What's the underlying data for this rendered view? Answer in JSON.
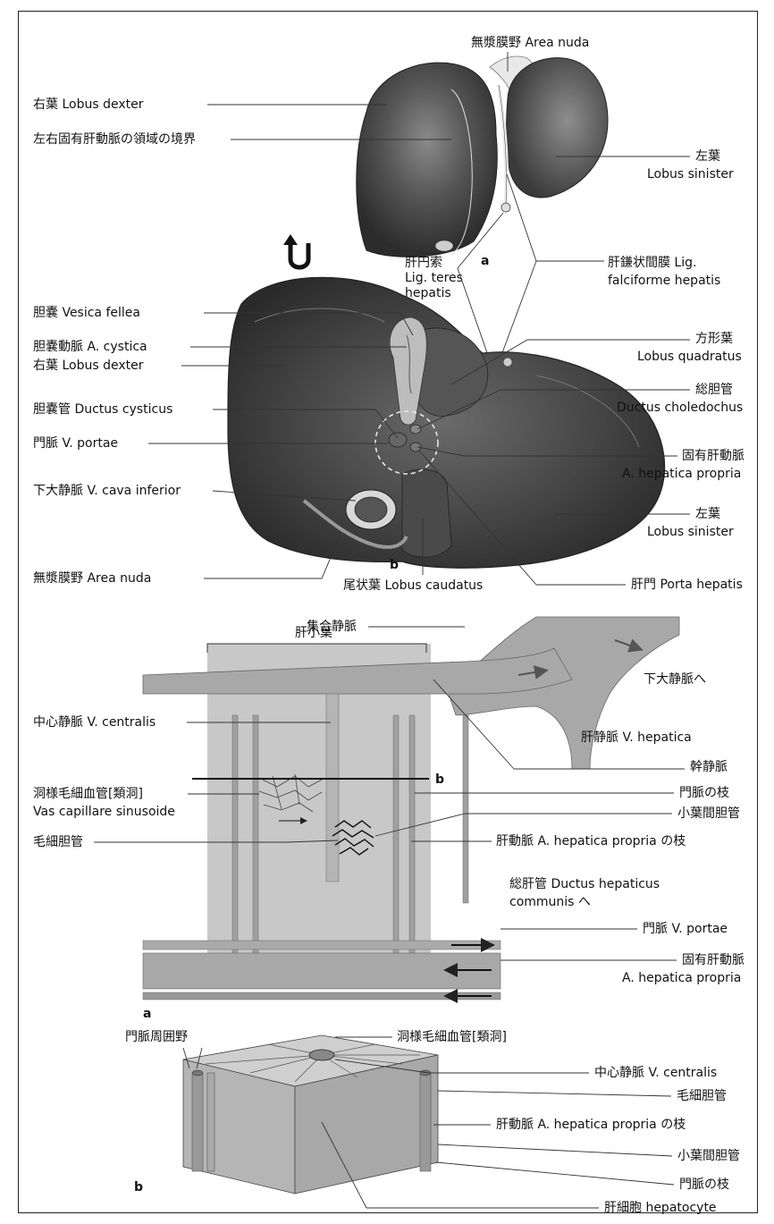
{
  "figure_a_top": {
    "panel_label": "a",
    "labels": {
      "area_nuda": "無漿膜野 Area nuda",
      "lobus_dexter": "右葉 Lobus dexter",
      "boundary": "左右固有肝動脈の領域の境界",
      "lobus_sinister_jp": "左葉",
      "lobus_sinister_la": "Lobus sinister",
      "lig_teres_1": "肝円索",
      "lig_teres_2": "Lig. teres",
      "lig_teres_3": "hepatis",
      "falciforme_1": "肝鎌状間膜 Lig.",
      "falciforme_2": "falciforme hepatis",
      "rotate_arrow": "U"
    }
  },
  "figure_b_top": {
    "panel_label": "b",
    "labels": {
      "vesica": "胆嚢  Vesica fellea",
      "a_cystica": "胆嚢動脈 A. cystica",
      "lobus_dexter": "右葉 Lobus dexter",
      "ductus_cysticus": "胆嚢管 Ductus cysticus",
      "v_portae": "門脈 V. portae",
      "v_cava": "下大静脈 V. cava inferior",
      "area_nuda": "無漿膜野 Area nuda",
      "caudatus": "尾状葉 Lobus caudatus",
      "quadratus_jp": "方形葉",
      "quadratus_la": "Lobus quadratus",
      "choledochus_jp": "総胆管",
      "choledochus_la": "Ductus choledochus",
      "hep_propria_jp": "固有肝動脈",
      "hep_propria_la": "A. hepatica propria",
      "sinister_jp": "左葉",
      "sinister_la": "Lobus sinister",
      "porta": "肝門 Porta hepatis"
    }
  },
  "figure_a_bottom": {
    "panel_label": "a",
    "labels": {
      "collecting_vein": "集合静脈",
      "lobule": "肝小葉",
      "to_ivc": "下大静脈へ",
      "v_centralis": "中心静脈 V. centralis",
      "v_hepatica": "肝静脈 V. hepatica",
      "trunk_vein": "幹静脈",
      "section_b": "b",
      "sinusoid_1": "洞様毛細血管[類洞]",
      "sinusoid_2": "Vas capillare sinusoide",
      "portal_branch": "門脈の枝",
      "interlobular_duct": "小葉間胆管",
      "bile_canaliculus": "毛細胆管",
      "hep_artery_branch": "肝動脈 A. hepatica propria の枝",
      "common_hep_duct_1": "総肝管 Ductus hepaticus",
      "common_hep_duct_2": "communis へ",
      "v_portae": "門脈 V. portae",
      "hep_propria_jp": "固有肝動脈",
      "hep_propria_la": "A. hepatica propria"
    }
  },
  "figure_b_bottom": {
    "panel_label": "b",
    "labels": {
      "periportal": "門脈周囲野",
      "sinusoid": "洞様毛細血管[類洞]",
      "v_centralis": "中心静脈 V. centralis",
      "bile_canaliculus": "毛細胆管",
      "hep_artery_branch": "肝動脈 A. hepatica propria の枝",
      "interlobular_duct": "小葉間胆管",
      "portal_branch": "門脈の枝",
      "hepatocyte": "肝細胞 hepatocyte"
    }
  },
  "colors": {
    "liver_dark": "#3a3a3a",
    "liver_mid": "#5a5a5a",
    "vessel_gray": "#a8a8a8",
    "lobule_bg": "#c8c8c8",
    "line": "#333333"
  }
}
